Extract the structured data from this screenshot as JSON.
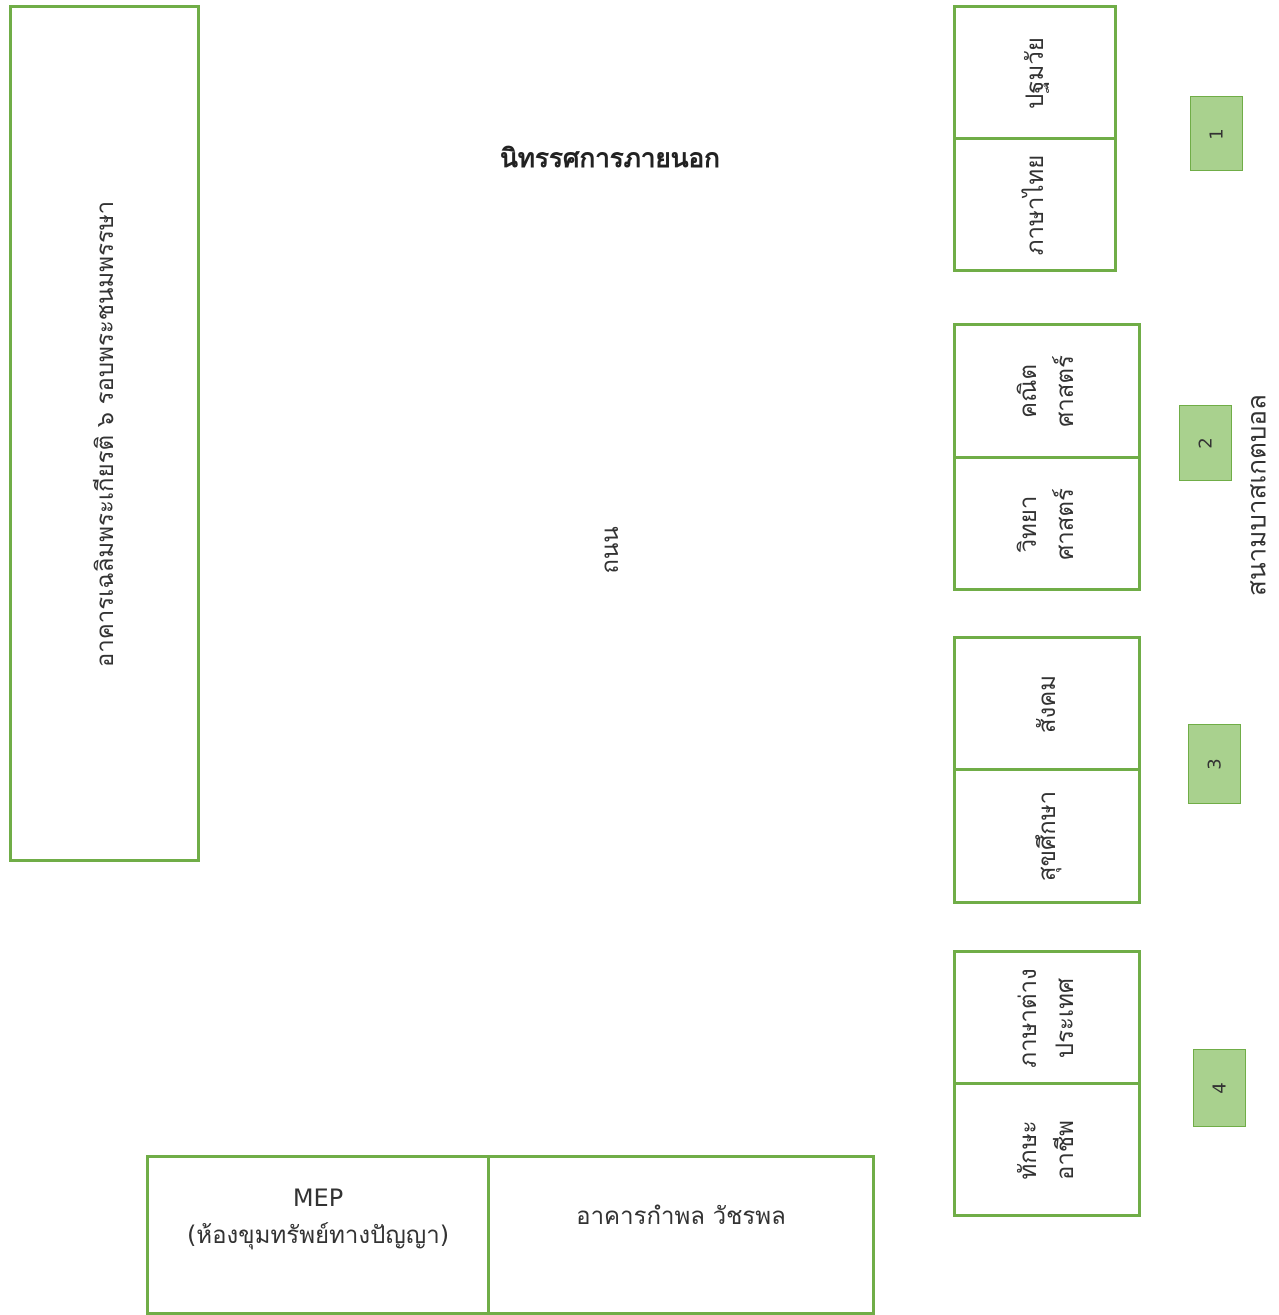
{
  "title": "นิทรรศการภายนอก",
  "road_label": "ถนน",
  "court_label": "สนามบาสเกตบอล",
  "buildings": {
    "left": "อาคารเฉลิมพระเกียรติ ๖ รอบพระชนมพรรษา",
    "mep_line1": "MEP",
    "mep_line2": "(ห้องขุมทรัพย์ทางปัญญา)",
    "kampol": "อาคารกำพล วัชรพล"
  },
  "booths": {
    "g1_top": "ปฐมวัย",
    "g1_bottom": "ภาษาไทย",
    "g2_top_l1": "คณิต",
    "g2_top_l2": "ศาสตร์",
    "g2_bottom_l1": "วิทยา",
    "g2_bottom_l2": "ศาสตร์",
    "g3_top": "สังคม",
    "g3_bottom": "สุขศึกษา",
    "g4_top_l1": "ภาษาต่าง",
    "g4_top_l2": "ประเทศ",
    "g4_bottom_l1": "ทักษะ",
    "g4_bottom_l2": "อาชีพ"
  },
  "group_numbers": [
    "1",
    "2",
    "3",
    "4"
  ],
  "colors": {
    "border": "#70ad47",
    "tag_fill": "#a9d18e"
  }
}
